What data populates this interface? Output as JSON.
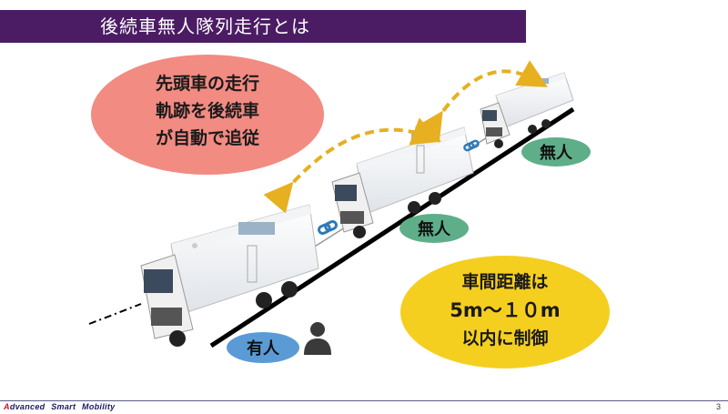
{
  "slide": {
    "title": "後続車無人隊列走行とは",
    "page_number": "3"
  },
  "footer": {
    "brand_first": "A",
    "brand_rest": "dvanced  Smart  Mobility"
  },
  "callouts": {
    "follow_lines": [
      "先頭車の走行",
      "軌跡を後続車",
      "が自動で追従"
    ],
    "distance_lines": [
      "車間距離は",
      "5m～１０m",
      "以内に制御"
    ]
  },
  "labels": {
    "manned": "有人",
    "unmanned_middle": "無人",
    "unmanned_rear": "無人"
  },
  "colors": {
    "title_bg": "#4b1c63",
    "follow_bubble": "#f28b82",
    "distance_bubble": "#f5cf1f",
    "manned_label": "#5b9bd5",
    "unmanned_label": "#5fae8a",
    "arc": "#e6b020",
    "link": "#2e7ab8"
  }
}
